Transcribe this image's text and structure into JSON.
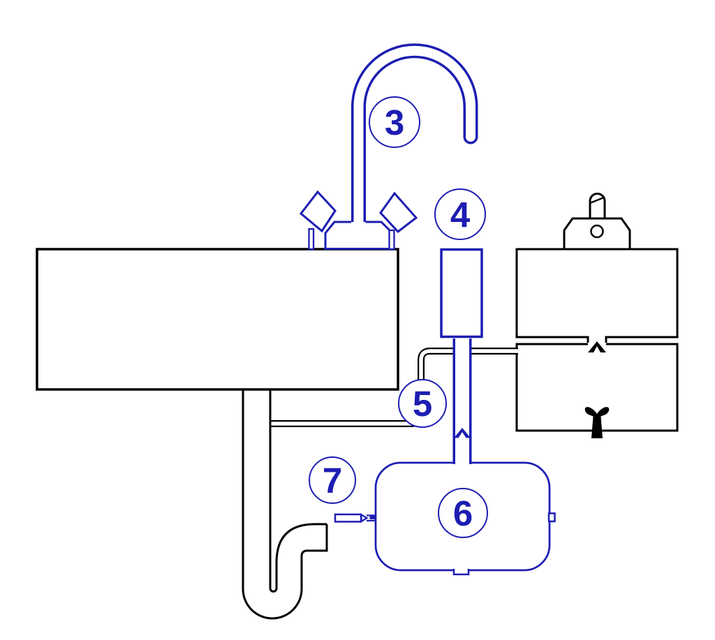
{
  "diagram": {
    "type": "installation-schematic",
    "callouts": {
      "faucet": "3",
      "filter": "4",
      "tube_junction": "5",
      "storage_tank": "6",
      "tank_valve": "7"
    },
    "colors": {
      "accent_blue": "#1d1db2",
      "line_black": "#000000",
      "background": "#ffffff"
    },
    "legend_icons": [
      "drinking-water-faucet",
      "filter-cartridge",
      "drain-tube-junction",
      "storage-tank",
      "tank-shutoff-valve",
      "sink-counter",
      "drain-p-trap",
      "supply-pipe-clamp",
      "supply-shutoff-valve"
    ]
  }
}
